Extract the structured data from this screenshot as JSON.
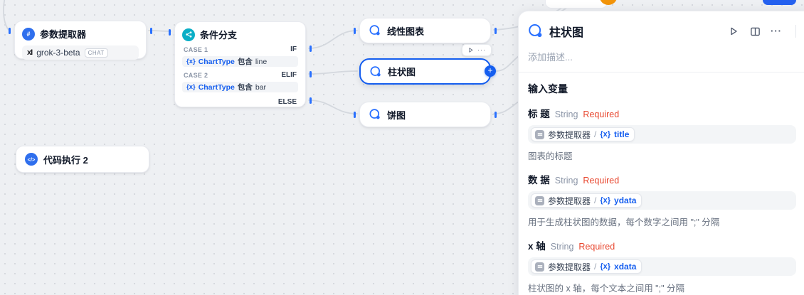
{
  "ui": {
    "var_icon": "{x}",
    "slash": "/",
    "dots": "···",
    "plus": "+"
  },
  "colors": {
    "accent": "#155eef",
    "node_icon_blue": "#2f6fed",
    "branch_icon_teal": "#0aaec6",
    "required_text": "#e8472f",
    "edge": "#d4d8de",
    "avatar_orange": "#f2940a"
  },
  "canvas": {
    "nodes": {
      "param_extractor": {
        "title": "参数提取器",
        "model": "grok-3-beta",
        "model_badge": "CHAT",
        "provider_logo": "xI"
      },
      "if_else": {
        "title": "条件分支",
        "cases": [
          {
            "label": "CASE 1",
            "keyword": "IF",
            "var": "ChartType",
            "op": "包含",
            "value": "line"
          },
          {
            "label": "CASE 2",
            "keyword": "ELIF",
            "var": "ChartType",
            "op": "包含",
            "value": "bar"
          }
        ],
        "else_label": "ELSE"
      },
      "line_chart": {
        "title": "线性图表"
      },
      "bar_chart": {
        "title": "柱状图"
      },
      "pie_chart": {
        "title": "饼图"
      },
      "code_exec": {
        "title": "代码执行 2"
      }
    }
  },
  "panel": {
    "title": "柱状图",
    "description_placeholder": "添加描述...",
    "section_title": "输入变量",
    "fields": [
      {
        "name": "标 题",
        "type": "String",
        "required": "Required",
        "source_node": "参数提取器",
        "var_name": "title",
        "description": "图表的标题"
      },
      {
        "name": "数 据",
        "type": "String",
        "required": "Required",
        "source_node": "参数提取器",
        "var_name": "ydata",
        "description": "用于生成柱状图的数据，每个数字之间用 \";\" 分隔"
      },
      {
        "name": "x 轴",
        "type": "String",
        "required": "Required",
        "source_node": "参数提取器",
        "var_name": "xdata",
        "description": "柱状图的 x 轴，每个文本之间用 \";\" 分隔"
      }
    ]
  }
}
